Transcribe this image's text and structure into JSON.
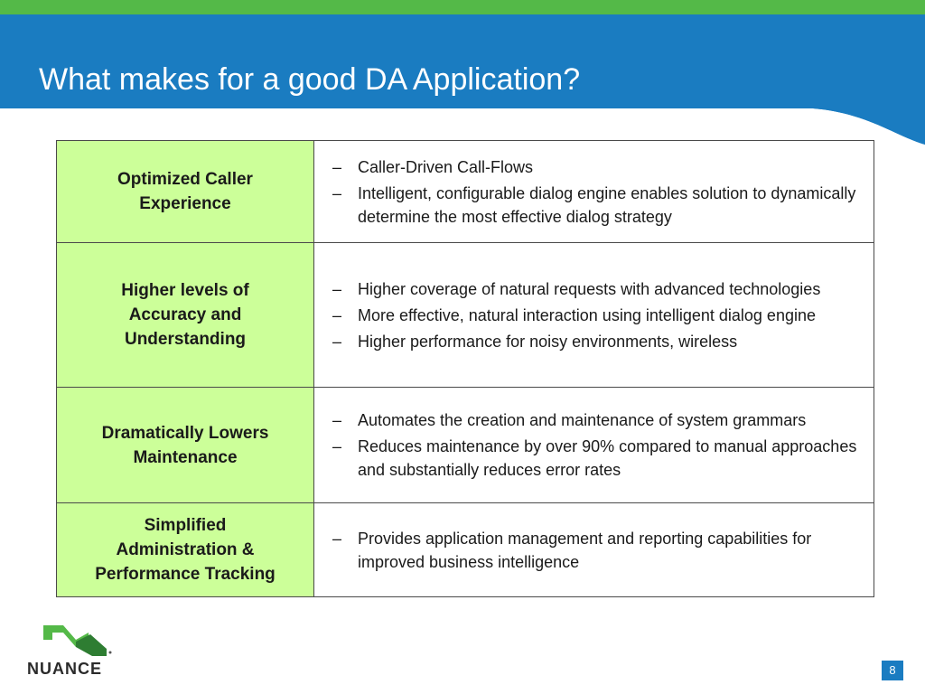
{
  "slide": {
    "title": "What makes for a good DA Application?",
    "page_number": "8"
  },
  "logo": {
    "text": "NUANCE"
  },
  "colors": {
    "header_blue": "#1a7cc1",
    "header_green": "#54b948",
    "category_fill": "#ccff99",
    "page_badge": "#1a7cc1"
  },
  "table": {
    "rows": [
      {
        "category": "Optimized Caller\nExperience",
        "bullet_glyph": "–",
        "bullets": [
          "Caller-Driven Call-Flows",
          "Intelligent, configurable dialog engine enables solution to dynamically determine the most effective dialog strategy"
        ]
      },
      {
        "category": "Higher levels of\nAccuracy and\nUnderstanding",
        "bullet_glyph": "–",
        "bullets": [
          "Higher coverage of natural requests with advanced technologies",
          "More effective, natural interaction using intelligent dialog engine",
          "Higher performance for noisy environments, wireless"
        ]
      },
      {
        "category": "Dramatically Lowers\nMaintenance",
        "bullet_glyph": "–",
        "bullets": [
          "Automates the creation and maintenance of system grammars",
          "Reduces maintenance by over 90% compared to manual approaches and substantially reduces error rates"
        ]
      },
      {
        "category": "Simplified\nAdministration &\nPerformance Tracking",
        "bullet_glyph": "–",
        "bullets": [
          "Provides application management and reporting capabilities for improved business intelligence"
        ]
      }
    ]
  }
}
